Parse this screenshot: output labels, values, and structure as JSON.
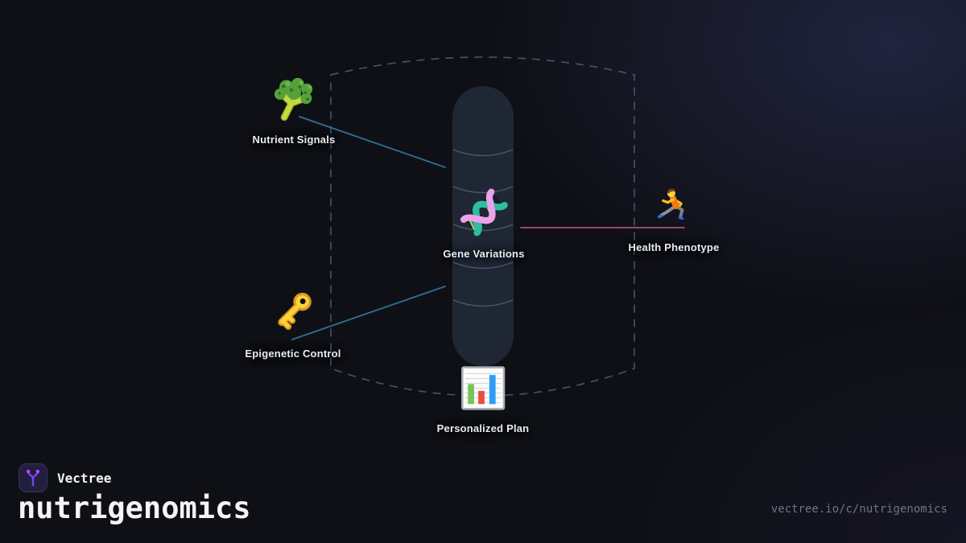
{
  "brand": {
    "name": "Vectree",
    "title": "nutrigenomics",
    "share_url": "vectree.io/c/nutrigenomics"
  },
  "diagram": {
    "nodes": [
      {
        "id": "nutrient-signals",
        "label": "Nutrient Signals",
        "icon": "broccoli-icon"
      },
      {
        "id": "gene-variations",
        "label": "Gene Variations",
        "icon": "dna-icon"
      },
      {
        "id": "health-phenotype",
        "label": "Health Phenotype",
        "icon": "runner-icon"
      },
      {
        "id": "epigenetic-control",
        "label": "Epigenetic Control",
        "icon": "key-icon"
      },
      {
        "id": "personalized-plan",
        "label": "Personalized Plan",
        "icon": "bar-chart-icon"
      }
    ],
    "edges": [
      {
        "from": "nutrient-signals",
        "to": "gene-variations",
        "color": "#2e7193"
      },
      {
        "from": "epigenetic-control",
        "to": "gene-variations",
        "color": "#2e7193"
      },
      {
        "from": "gene-variations",
        "to": "health-phenotype",
        "color": "#9d4472"
      }
    ]
  },
  "colors": {
    "background": "#0f1016",
    "capsule_fill": "#1f2634",
    "capsule_ring": "#6e7f9c",
    "dashed_outline": "#51607a",
    "connector_teal": "#2e7193",
    "connector_rose": "#9d4472",
    "accent_purple": "#7b3ff2",
    "accent_magenta": "#cf3df0",
    "label_text": "#e9ecf2",
    "muted_text": "#6d7482"
  }
}
